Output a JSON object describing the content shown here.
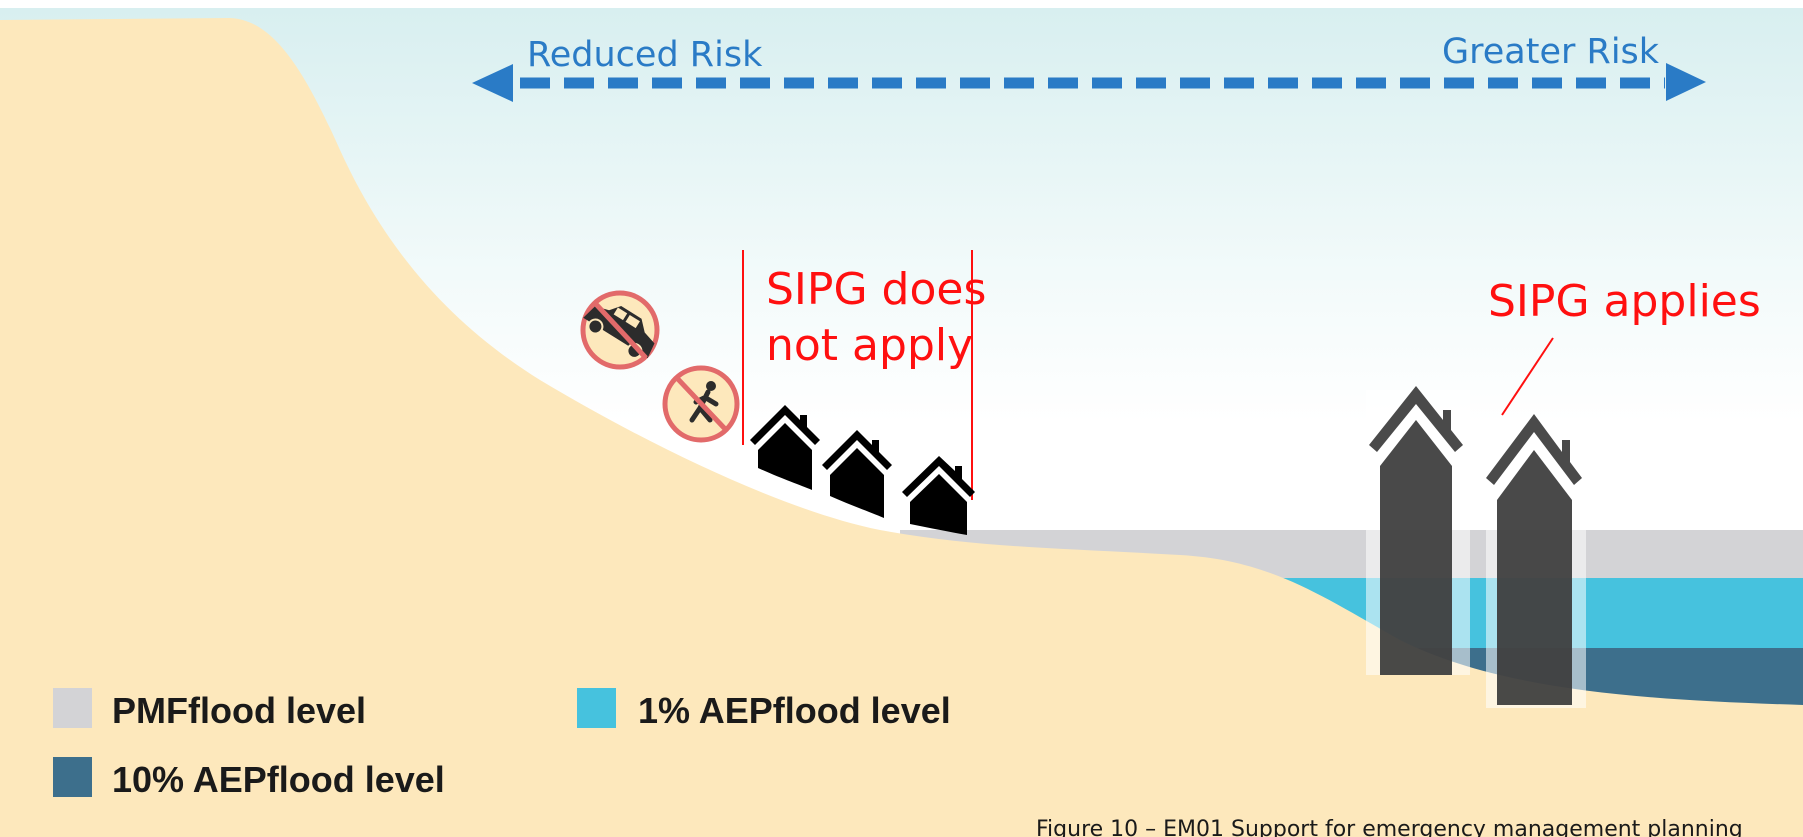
{
  "risk_scale": {
    "left_label": "Reduced Risk",
    "right_label": "Greater Risk"
  },
  "annotations": {
    "not_apply_line1": "SIPG does",
    "not_apply_line2": "not apply",
    "applies": "SIPG applies"
  },
  "icons": [
    {
      "name": "no-car-icon",
      "meaning": "no vehicle access"
    },
    {
      "name": "no-pedestrian-icon",
      "meaning": "no pedestrian access"
    }
  ],
  "legend": {
    "items": [
      {
        "label": "PMFflood level",
        "color": "#d3d3d6"
      },
      {
        "label": "1% AEPflood level",
        "color": "#46c2de"
      },
      {
        "label": "10% AEPflood level",
        "color": "#3d6f8c"
      }
    ]
  },
  "caption": "Figure 10 – EM01 Support for emergency management planning",
  "colors": {
    "sand": "#fde8bc",
    "sky_top": "#d9f0f1",
    "pmf": "#d3d3d6",
    "aep1": "#46c2de",
    "aep10": "#3d6f8c",
    "risk_arrow": "#2a7bc6",
    "sipg_red": "#ff1010"
  }
}
